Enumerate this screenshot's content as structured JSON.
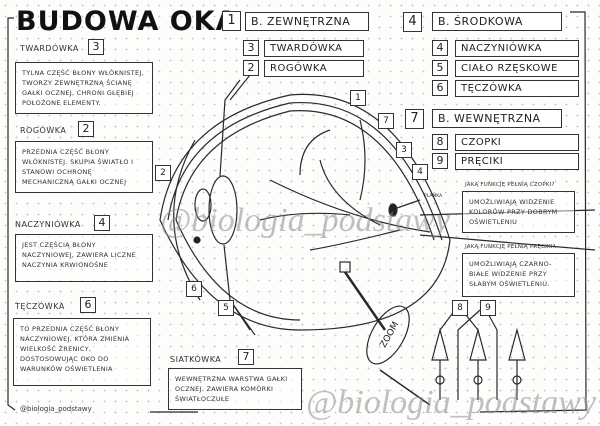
{
  "title": "BUDOWA OKA",
  "left": {
    "sections": [
      {
        "label": "TWARDÓWKA",
        "num": "3",
        "text": "TYLNA CZĘŚĆ BŁONY WŁÓKNISTEJ, TWORZY ZEWNĘTRZNĄ ŚCIANĘ GAŁKI OCZNEJ, CHRONI GŁĘBIEJ POŁOŻONE ELEMENTY."
      },
      {
        "label": "ROGÓWKA",
        "num": "2",
        "text": "PRZEDNIA CZĘŚĆ BŁONY WŁÓKNISTEJ. SKUPIA ŚWIATŁO I STANOWI OCHRONĘ MECHANICZNĄ GAŁKI OCZNEJ"
      },
      {
        "label": "NACZYNIÓWKA",
        "num": "4",
        "text": "JEST CZĘŚCIĄ BŁONY NACZYNIOWEJ, ZAWIERA LICZNE NACZYNIA KRWIONOŚNE"
      },
      {
        "label": "TĘCZÓWKA",
        "num": "6",
        "text": "TO PRZEDNIA CZĘŚĆ BŁONY NACZYNIOWEJ, KTÓRA ZMIENIA WIELKOŚĆ ŹRENICY, DOSTOSOWUJĄC OKO DO WARUNKÓW OŚWIETLENIA"
      }
    ],
    "footer": "@biologia_podstawy"
  },
  "siatkowka": {
    "label": "SIATKÓWKA",
    "num": "7",
    "text": "WEWNĘTRZNA WARSTWA GAŁKI OCZNEJ. ZAWIERA KOMÓRKI ŚWIATŁOCZUŁE"
  },
  "outer": {
    "num": "1",
    "title": "B. ZEWNĘTRZNA",
    "items": [
      {
        "num": "3",
        "label": "TWARDÓWKA"
      },
      {
        "num": "2",
        "label": "ROGÓWKA"
      }
    ]
  },
  "middle": {
    "num": "4",
    "title": "B. ŚRODKOWA",
    "items": [
      {
        "num": "4",
        "label": "NACZYNIÓWKA"
      },
      {
        "num": "5",
        "label": "CIAŁO RZĘSKOWE"
      },
      {
        "num": "6",
        "label": "TĘCZÓWKA"
      }
    ]
  },
  "inner": {
    "num": "7",
    "title": "B. WEWNĘTRZNA",
    "items": [
      {
        "num": "8",
        "label": "CZOPKI"
      },
      {
        "num": "9",
        "label": "PRĘCIKI"
      }
    ]
  },
  "questions": [
    {
      "q": "JAKĄ FUNKCJĘ PEŁNIĄ CZOPKI?",
      "a": "UMOŻLIWIAJĄ WIDZENIE KOLORÓW PRZY DOBRYM OŚWIETLENIU"
    },
    {
      "q": "JAKĄ FUNKCJĘ PEŁNIĄ PRĘCIKI?",
      "a": "UMOŻLIWIAJĄ CZARNO-BIAŁE WIDZENIE PRZY SŁABYM OŚWIETLENIU."
    }
  ],
  "diagram": {
    "labels": {
      "l1": "1",
      "l7": "7",
      "l3": "3",
      "l4": "4",
      "l2": "2",
      "l6": "6",
      "l5": "5",
      "l8": "8",
      "l9": "9"
    },
    "plamka": "PLAMKA",
    "zoom": "ZOOM"
  },
  "watermark": "@biologia_podstawy"
}
